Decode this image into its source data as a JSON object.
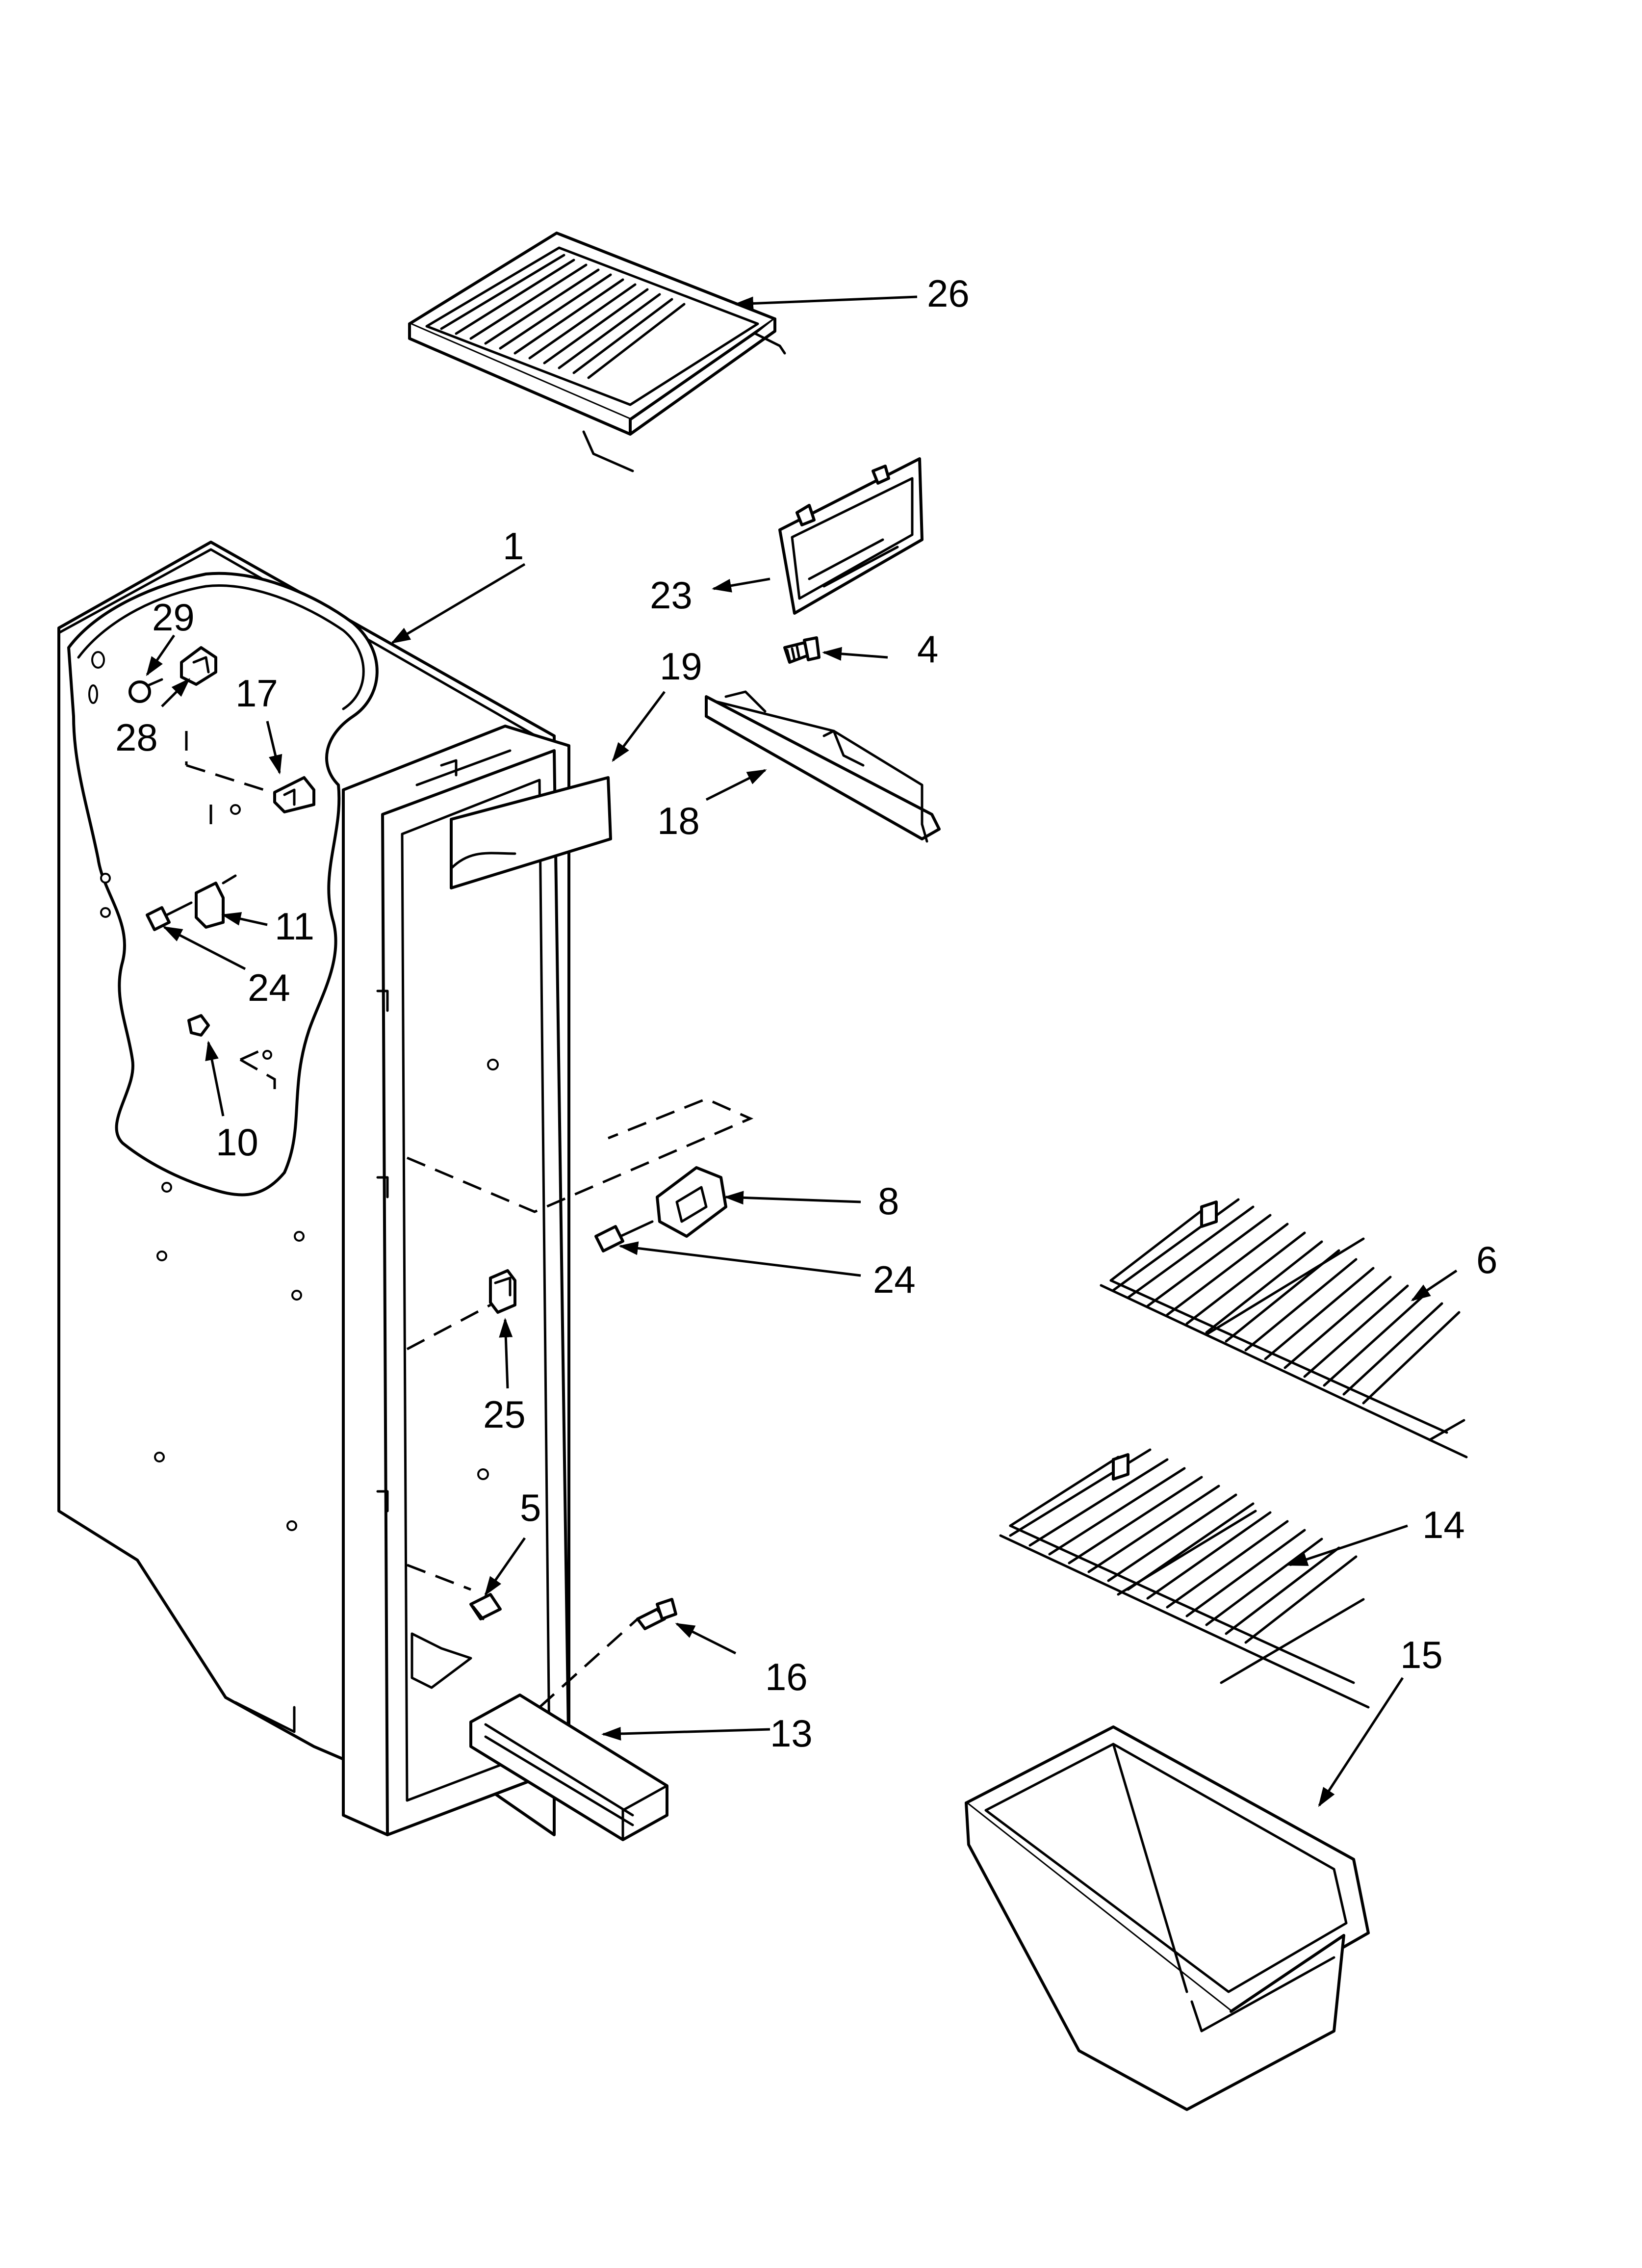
{
  "diagram": {
    "callouts": [
      {
        "id": "c1",
        "label": "1"
      },
      {
        "id": "c4",
        "label": "4"
      },
      {
        "id": "c5",
        "label": "5"
      },
      {
        "id": "c6",
        "label": "6"
      },
      {
        "id": "c8",
        "label": "8"
      },
      {
        "id": "c10",
        "label": "10"
      },
      {
        "id": "c11",
        "label": "11"
      },
      {
        "id": "c13",
        "label": "13"
      },
      {
        "id": "c14",
        "label": "14"
      },
      {
        "id": "c15",
        "label": "15"
      },
      {
        "id": "c16",
        "label": "16"
      },
      {
        "id": "c17",
        "label": "17"
      },
      {
        "id": "c18",
        "label": "18"
      },
      {
        "id": "c19",
        "label": "19"
      },
      {
        "id": "c23",
        "label": "23"
      },
      {
        "id": "c24a",
        "label": "24"
      },
      {
        "id": "c24b",
        "label": "24"
      },
      {
        "id": "c25",
        "label": "25"
      },
      {
        "id": "c26",
        "label": "26"
      },
      {
        "id": "c28",
        "label": "28"
      },
      {
        "id": "c29",
        "label": "29"
      }
    ]
  }
}
